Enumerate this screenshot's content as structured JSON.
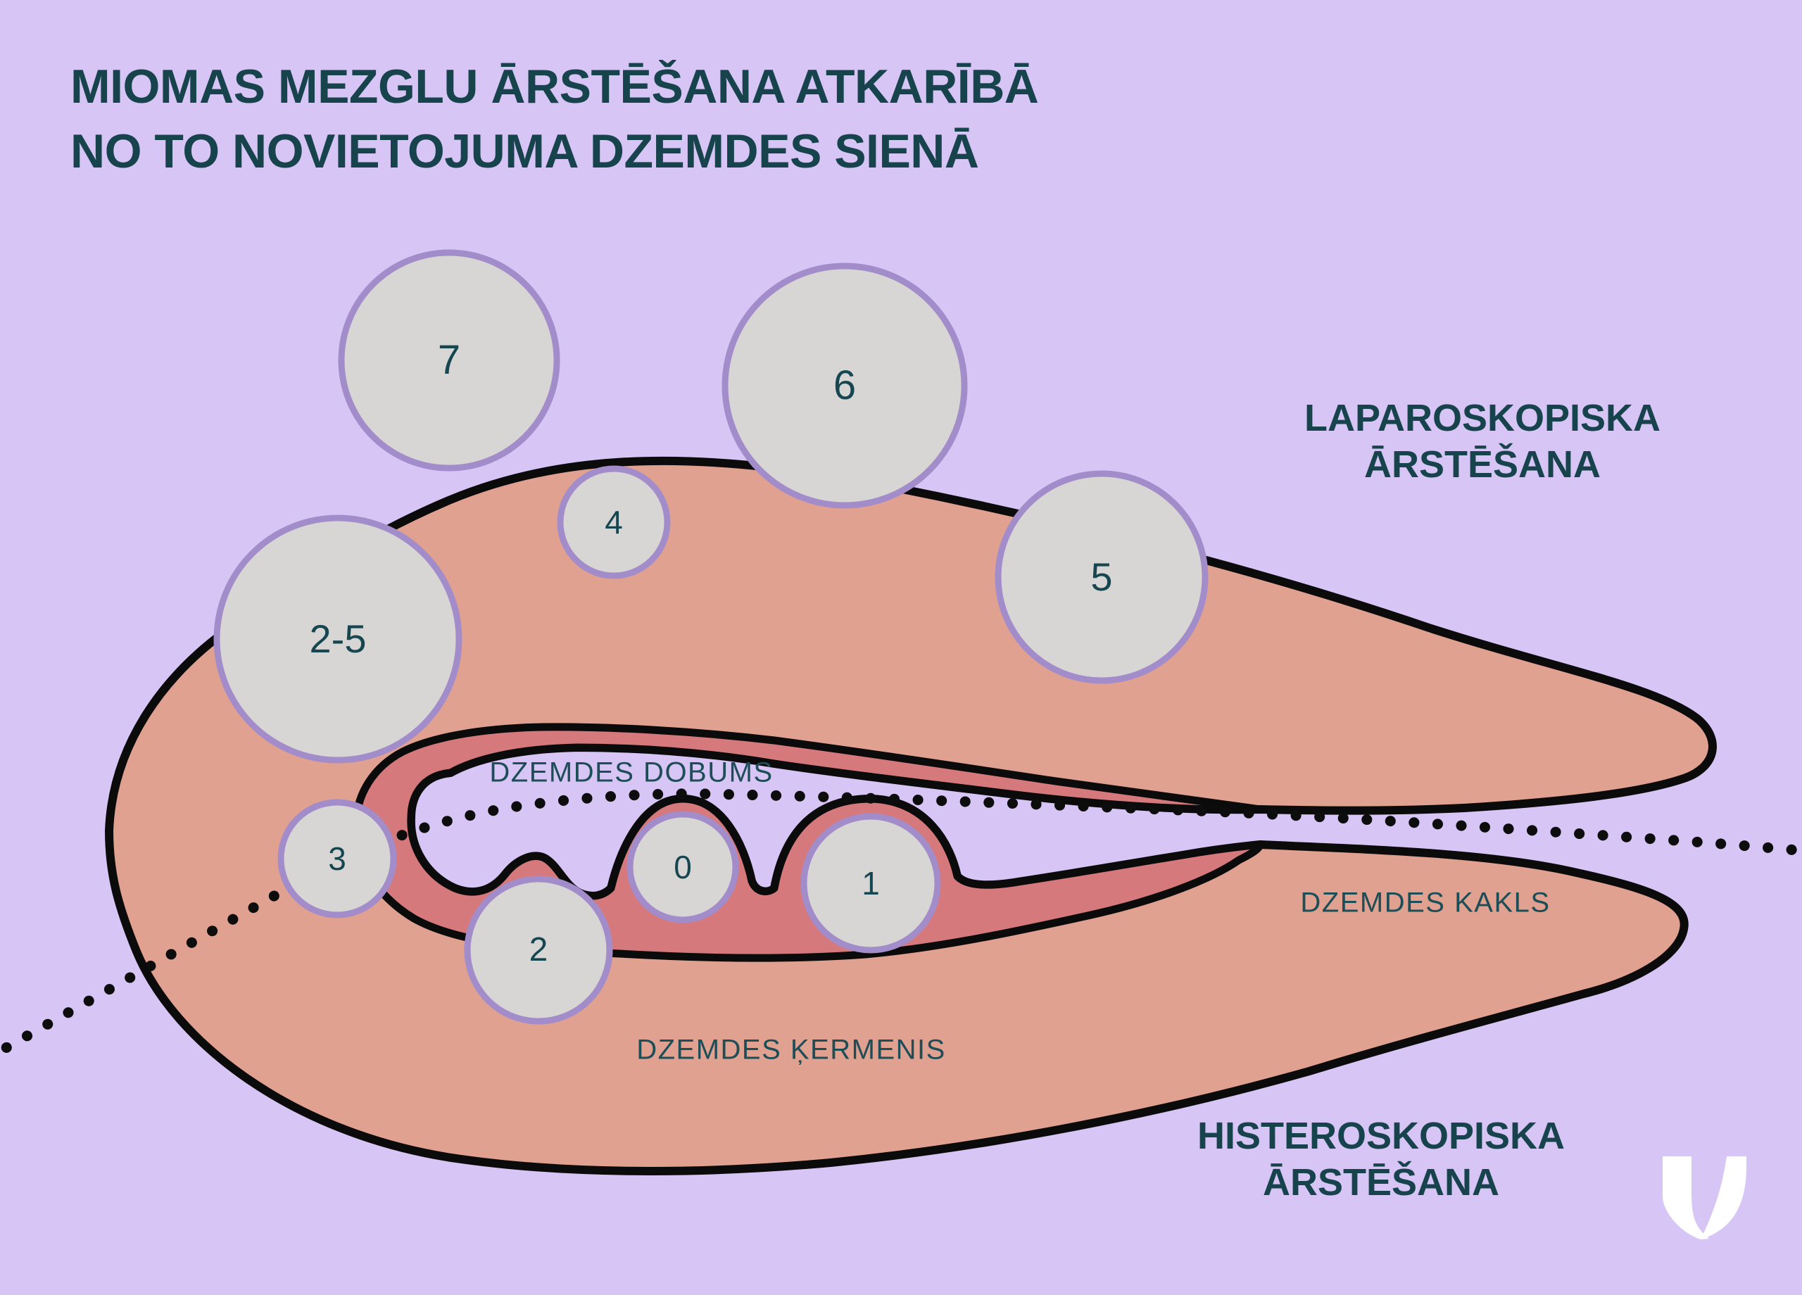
{
  "title": {
    "line1": "MIOMAS MEZGLU ĀRSTĒŠANA ATKARĪBĀ",
    "line2": "NO TO NOVIETOJUMA DZEMDES SIENĀ"
  },
  "treatments": {
    "laparoscopic": {
      "line1": "LAPAROSKOPISKA",
      "line2": "ĀRSTĒŠANA"
    },
    "hysteroscopic": {
      "line1": "HISTEROSKOPISKA",
      "line2": "ĀRSTĒŠANA"
    }
  },
  "anatomy_labels": {
    "uterine_cavity": "DZEMDES DOBUMS",
    "cervix": "DZEMDES KAKLS",
    "uterine_body": "DZEMDES ĶERMENIS"
  },
  "nodules": [
    {
      "label": "7"
    },
    {
      "label": "6"
    },
    {
      "label": "4"
    },
    {
      "label": "5"
    },
    {
      "label": "2-5"
    },
    {
      "label": "3"
    },
    {
      "label": "0"
    },
    {
      "label": "1"
    },
    {
      "label": "2"
    }
  ],
  "icons": {
    "logo": "v-logo"
  },
  "colors": {
    "background": "#d7c5f5",
    "title_text": "#17434c",
    "label_text": "#1d4d56",
    "uterus_wall": "#e0a191",
    "endometrium": "#d5797d",
    "outline": "#0b0b0b",
    "nodule_fill": "#d7d6d4",
    "nodule_border": "#a28dca",
    "logo": "#ffffff"
  }
}
